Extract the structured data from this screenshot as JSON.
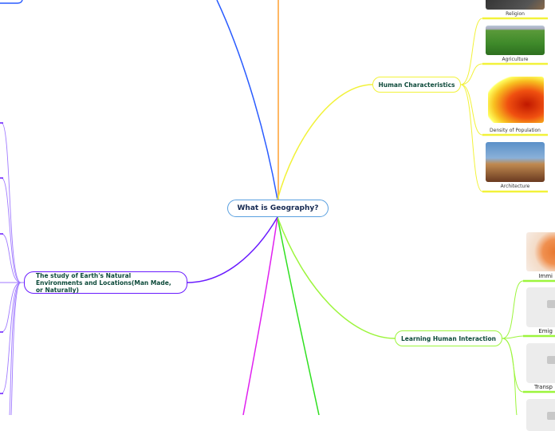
{
  "central_topic": "What is Geography?",
  "colors": {
    "central": "#5aa0e0",
    "human_characteristics": "#f2f23a",
    "learning_human_interaction": "#9cf53c",
    "natural_environments": "#6a1bff",
    "blue_branch": "#2a5cff",
    "orange_branch": "#ffa030",
    "magenta_branch": "#e020f0",
    "green_branch": "#30e020"
  },
  "human_characteristics": {
    "label": "Human Characteristics",
    "children": [
      {
        "label": "Religion",
        "image": "chalkboard-photo"
      },
      {
        "label": "Agriculture",
        "image": "crop-field-photo"
      },
      {
        "label": "Density of Population",
        "image": "china-population-map"
      },
      {
        "label": "Architecture",
        "image": "palace-photo"
      }
    ]
  },
  "learning_human_interaction": {
    "label": "Learning Human Interaction",
    "children": [
      {
        "label": "Immi",
        "image": "immigration-illustration"
      },
      {
        "label": "Emig",
        "image": "image-placeholder"
      },
      {
        "label": "Transp",
        "image": "image-placeholder"
      },
      {
        "label": "",
        "image": "image-placeholder"
      }
    ]
  },
  "natural_environments": {
    "label": "The study of Earth's Natural Environments and Locations(Man Made, or Naturally)"
  }
}
